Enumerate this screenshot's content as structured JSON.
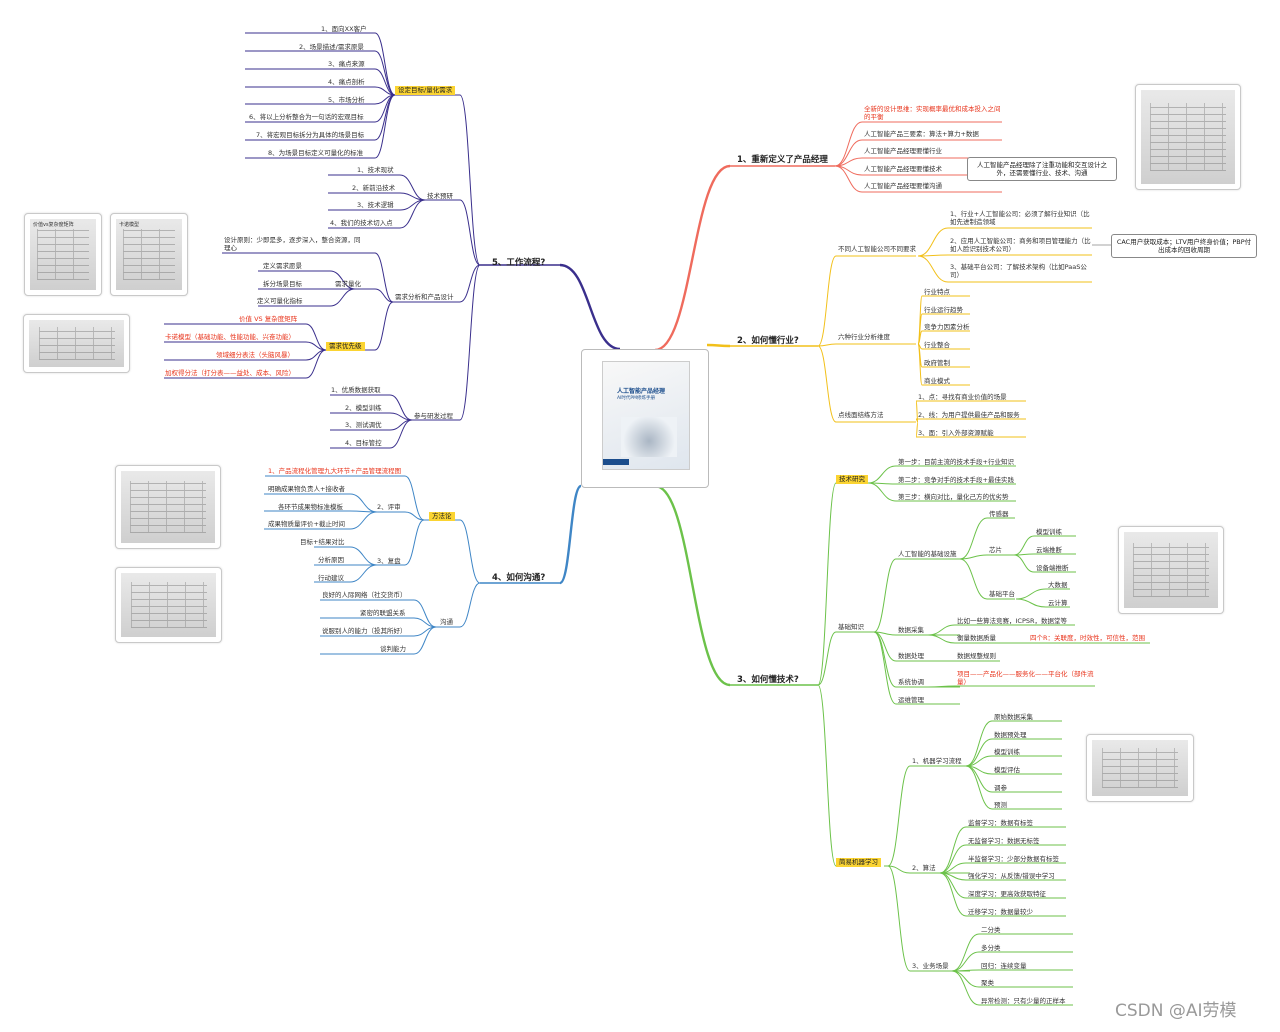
{
  "center": {
    "book_title": "人工智能产品经理",
    "book_subtitle": "AI时代PM修炼手册"
  },
  "watermark": "CSDN @AI劳模",
  "colors": {
    "branch1": "#ef6b5d",
    "branch2": "#f2c01a",
    "branch3": "#6cc24a",
    "branch4": "#3f86c6",
    "branch5": "#3a2f8c",
    "tag": "#fbd432",
    "red_text": "#e8341c"
  },
  "b1": {
    "title": "1、重新定义了产品经理",
    "items": [
      "全新的设计思维：实现概率最优和成本投入之间的平衡",
      "人工智能产品三要素：算法+算力+数据",
      "人工智能产品经理要懂行业",
      "人工智能产品经理要懂技术",
      "人工智能产品经理要懂沟通"
    ],
    "note": "人工智能产品经理除了注重功能和交互设计之外，还需要懂行业、技术、沟通"
  },
  "b2": {
    "title": "2、如何懂行业?",
    "g1": "不同人工智能公司不同要求",
    "g1_items": [
      "1、行业+人工智能公司：必须了解行业知识（比如先进制造领域",
      "2、应用人工智能公司：商务和项目管理能力（比如人脸识别技术公司）",
      "3、基础平台公司：了解技术架构（比如PaaS公司）"
    ],
    "g1_note": "CAC用户获取成本；LTV用户终身价值；PBP付出成本的回收周期",
    "g2": "六种行业分析维度",
    "g2_items": [
      "行业特点",
      "行业运行趋势",
      "竞争力因素分析",
      "行业整合",
      "政府管制",
      "商业模式"
    ],
    "g3": "点线面结练方法",
    "g3_items": [
      "1、点：寻找有商业价值的场景",
      "2、线：为用户提供最佳产品和服务",
      "3、面：引入外部资源赋能"
    ]
  },
  "b3": {
    "title": "3、如何懂技术?",
    "tech_research": "技术研究",
    "steps": [
      "第一步：目前主流的技术手段+行业知识",
      "第二步：竞争对手的技术手段+最佳实践",
      "第三步：横向对比，量化己方的优劣势"
    ],
    "basics": "基础知识",
    "ai_infra": "人工智能的基础设施",
    "sensor": "传感器",
    "chip": "芯片",
    "chip_items": [
      "模型训练",
      "云端推断",
      "设备端推断"
    ],
    "platform": "基础平台",
    "platform_items": [
      "大数据",
      "云计算"
    ],
    "data_collect": "数据采集",
    "dc_items": [
      "比如一些算法竞赛，ICPSR，数据堂等",
      "衡量数据质量"
    ],
    "dc_quality": "四个R：关联度，时效性，可信性，范围",
    "data_process": "数据处理",
    "dp_item": "数据规整规则",
    "sys_coop": "系统协调",
    "sc_item": "项目——产品化——服务化——平台化（部件流量）",
    "ops": "运维管理",
    "ml": "简易机器学习",
    "ml_flow": "1、机器学习流程",
    "ml_flow_items": [
      "原始数据采集",
      "数据预处理",
      "模型训练",
      "模型评估",
      "调参",
      "预测"
    ],
    "algo": "2、算法",
    "algo_items": [
      "监督学习：数据有标签",
      "无监督学习：数据无标签",
      "半监督学习：少部分数据有标签",
      "强化学习：从反馈/错误中学习",
      "深度学习：更高效获取特征",
      "迁移学习：数据量较少"
    ],
    "scene": "3、业务场景",
    "scene_items": [
      "二分类",
      "多分类",
      "回归：连续变量",
      "聚类",
      "异常检测：只有少量的正样本"
    ]
  },
  "b4": {
    "title": "4、如何沟通?",
    "method": "方法论",
    "method_red": "1、产品流程化管理九大环节+产品管理流程图",
    "review": "2、评审",
    "review_items": [
      "明确成果物负责人+接收者",
      "各环节成果物标准模板",
      "成果物质量评价+截止时间"
    ],
    "recap": "3、复盘",
    "recap_items": [
      "目标+结果对比",
      "分析原因",
      "行动建议"
    ],
    "comm": "沟通",
    "comm_items": [
      "良好的人际网络（社交货币）",
      "紧密的联盟关系",
      "说服别人的能力（投其所好）",
      "谈判能力"
    ]
  },
  "b5": {
    "title": "5、工作流程?",
    "goal": "设定目标/量化需求",
    "goal_items": [
      "1、面向XX客户",
      "2、场景描述/需求原景",
      "3、痛点来源",
      "4、痛点剖析",
      "5、市场分析",
      "6、将以上分析整合为一句话的宏观目标",
      "7、将宏观目标拆分为具体的场景目标",
      "8、为场景目标定义可量化的标准"
    ],
    "tech_pre": "技术预研",
    "tech_items": [
      "1、技术现状",
      "2、新前沿技术",
      "3、技术逻辑",
      "4、我们的技术切入点"
    ],
    "design": "需求分析和产品设计",
    "design_principle": "设计原则：少即是多，逐步深入，整合资源，同理心",
    "quant": "需求量化",
    "quant_items": [
      "定义需求愿景",
      "拆分场景目标",
      "定义可量化指标"
    ],
    "priority": "需求优先级",
    "priority_items": [
      "价值 VS 复杂度矩阵",
      "卡诺模型（基础功能、性能功能、兴奋功能）",
      "领域细分表法（头脑风暴）",
      "加权得分法（打分表——益处、成本、风险）"
    ],
    "rd": "参与研发过程",
    "rd_items": [
      "1、优质数据获取",
      "2、模型训练",
      "3、测试调优",
      "4、目标管控"
    ]
  },
  "photos": {
    "p1": "价值vs复杂度矩阵",
    "p2": "卡诺模型"
  }
}
